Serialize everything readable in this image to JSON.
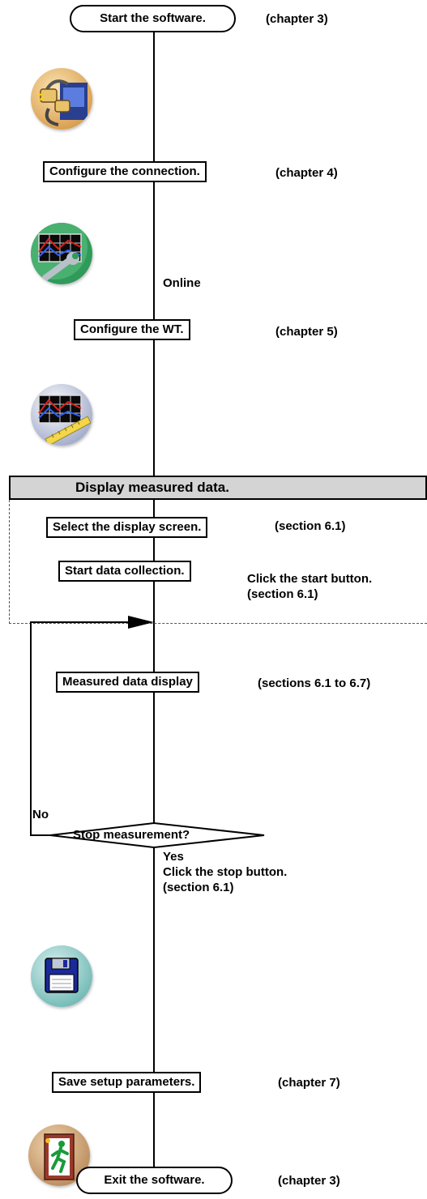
{
  "steps": {
    "start": {
      "label": "Start the software.",
      "note": "(chapter 3)"
    },
    "connection": {
      "label": "Configure the connection.",
      "note": "(chapter 4)"
    },
    "online_label": "Online",
    "configure_wt": {
      "label": "Configure the WT.",
      "note": "(chapter 5)"
    },
    "display_banner": "Display measured data.",
    "select_screen": {
      "label": "Select the display screen.",
      "note": "(section 6.1)"
    },
    "start_collection": {
      "label": "Start data collection.",
      "note_line1": "Click the start button.",
      "note_line2": "(section 6.1)"
    },
    "measured_display": {
      "label": "Measured data display",
      "note": "(sections 6.1 to 6.7)"
    },
    "decision": {
      "label": "Stop measurement?",
      "no_label": "No",
      "yes_label": "Yes",
      "note_line1": "Click the stop button.",
      "note_line2": "(section 6.1)"
    },
    "save_setup": {
      "label": "Save setup parameters.",
      "note": "(chapter 7)"
    },
    "exit": {
      "label": "Exit the software.",
      "note": "(chapter 3)"
    }
  },
  "icons": [
    "plug-connection-icon",
    "chart-wrench-icon",
    "chart-ruler-icon",
    "floppy-disk-icon",
    "exit-door-icon"
  ],
  "colors": {
    "banner_bg": "#d4d4d4",
    "line": "#000000"
  }
}
